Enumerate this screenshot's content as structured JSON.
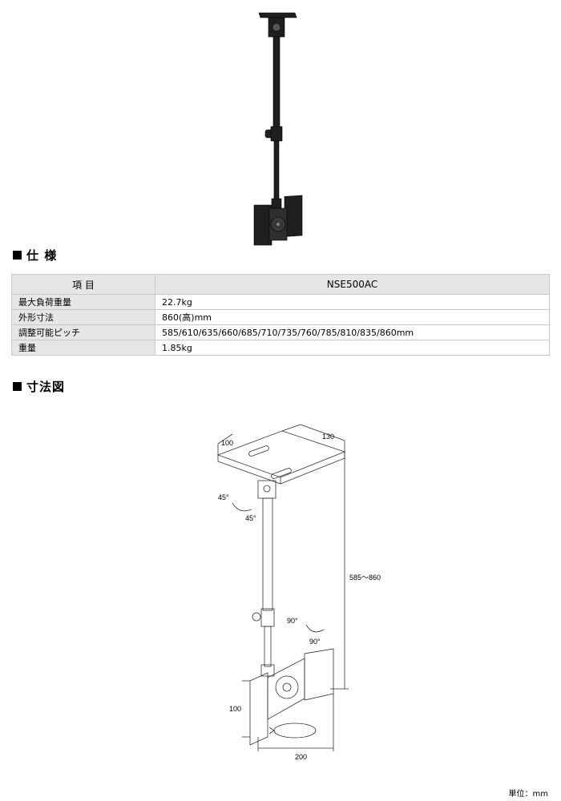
{
  "spec_section": {
    "heading": "仕 様"
  },
  "spec_table": {
    "header": {
      "item": "項 目",
      "model": "NSE500AC"
    },
    "rows": [
      {
        "label": "最大負荷重量",
        "value": "22.7kg"
      },
      {
        "label": "外形寸法",
        "value": "860(高)mm"
      },
      {
        "label": "調整可能ピッチ",
        "value": "585/610/635/660/685/710/735/760/785/810/835/860mm"
      },
      {
        "label": "重量",
        "value": "1.85kg"
      }
    ]
  },
  "dimension_section": {
    "heading": "寸法図"
  },
  "diagram_labels": {
    "top_width": "100",
    "top_depth": "130",
    "upper_tilt_a": "45°",
    "upper_tilt_b": "45°",
    "height_range": "585～860",
    "lower_tilt_a": "90°",
    "lower_tilt_b": "90°",
    "plate_height": "100",
    "plate_width": "200"
  },
  "unit_note": "単位：mm",
  "colors": {
    "mount_black": "#1f1f1f",
    "table_header_bg": "#e6e6e6",
    "table_border": "#c9c9c9"
  }
}
